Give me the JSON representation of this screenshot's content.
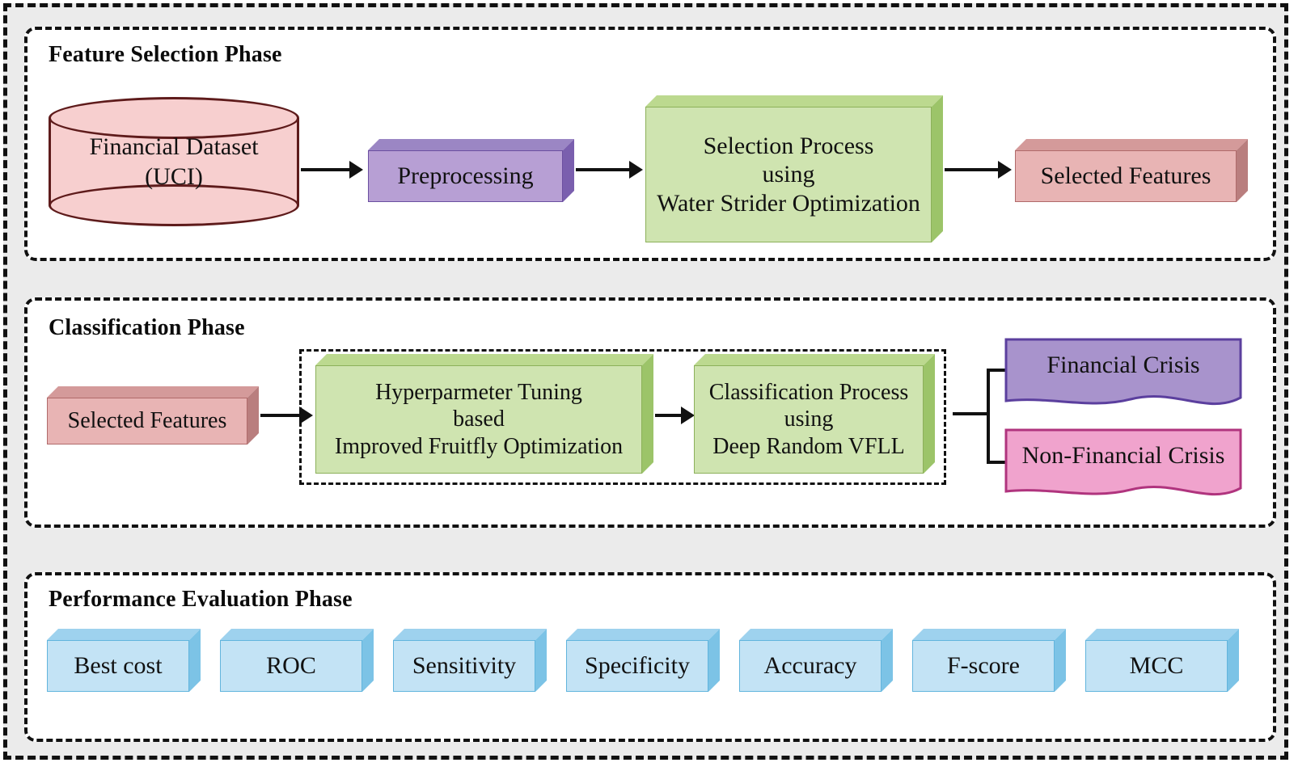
{
  "diagram": {
    "title_hidden": "",
    "phases": [
      {
        "id": "feature-selection",
        "title": "Feature Selection Phase",
        "nodes": [
          {
            "id": "financial-dataset",
            "shape": "cylinder",
            "color": "#f7cfcf",
            "lines": [
              "Financial Dataset",
              "(UCI)"
            ]
          },
          {
            "id": "preprocessing",
            "shape": "box3d",
            "color": "#b79fd4",
            "lines": [
              "Preprocessing"
            ]
          },
          {
            "id": "selection-process",
            "shape": "box3d",
            "color": "#cfe4b0",
            "lines": [
              "Selection Process",
              "using",
              "Water Strider Optimization"
            ]
          },
          {
            "id": "selected-features",
            "shape": "box3d",
            "color": "#e8b4b4",
            "lines": [
              "Selected Features"
            ]
          }
        ]
      },
      {
        "id": "classification",
        "title": "Classification Phase",
        "nodes": [
          {
            "id": "selected-features-2",
            "shape": "box3d",
            "color": "#e8b4b4",
            "lines": [
              "Selected Features"
            ]
          },
          {
            "id": "hyperparameter-tuning",
            "shape": "box3d",
            "color": "#cfe4b0",
            "lines": [
              "Hyperparmeter Tuning",
              "based",
              "Improved Fruitfly Optimization"
            ]
          },
          {
            "id": "classification-process",
            "shape": "box3d",
            "color": "#cfe4b0",
            "lines": [
              "Classification Process",
              "using",
              "Deep Random VFLL"
            ]
          },
          {
            "id": "financial-crisis",
            "shape": "document",
            "color": "#a893cc",
            "lines": [
              "Financial Crisis"
            ]
          },
          {
            "id": "non-financial-crisis",
            "shape": "document",
            "color": "#f0a3cd",
            "lines": [
              "Non-Financial Crisis"
            ]
          }
        ]
      },
      {
        "id": "performance-evaluation",
        "title": "Performance Evaluation Phase",
        "metrics": [
          {
            "id": "best-cost",
            "label": "Best cost"
          },
          {
            "id": "roc",
            "label": "ROC"
          },
          {
            "id": "sensitivity",
            "label": "Sensitivity"
          },
          {
            "id": "specificity",
            "label": "Specificity"
          },
          {
            "id": "accuracy",
            "label": "Accuracy"
          },
          {
            "id": "f-score",
            "label": "F-score"
          },
          {
            "id": "mcc",
            "label": "MCC"
          }
        ]
      }
    ],
    "colors": {
      "canvas": "#ebebeb",
      "panel": "#ffffff",
      "stroke": "#111111",
      "cylinder_fill": "#f7cfcf",
      "cylinder_stroke": "#5e1b1b",
      "purple": "#b79fd4",
      "green": "#cfe4b0",
      "rose": "#e8b4b4",
      "blue": "#c3e3f5",
      "doc_purple": "#a893cc",
      "doc_pink": "#f0a3cd"
    }
  }
}
